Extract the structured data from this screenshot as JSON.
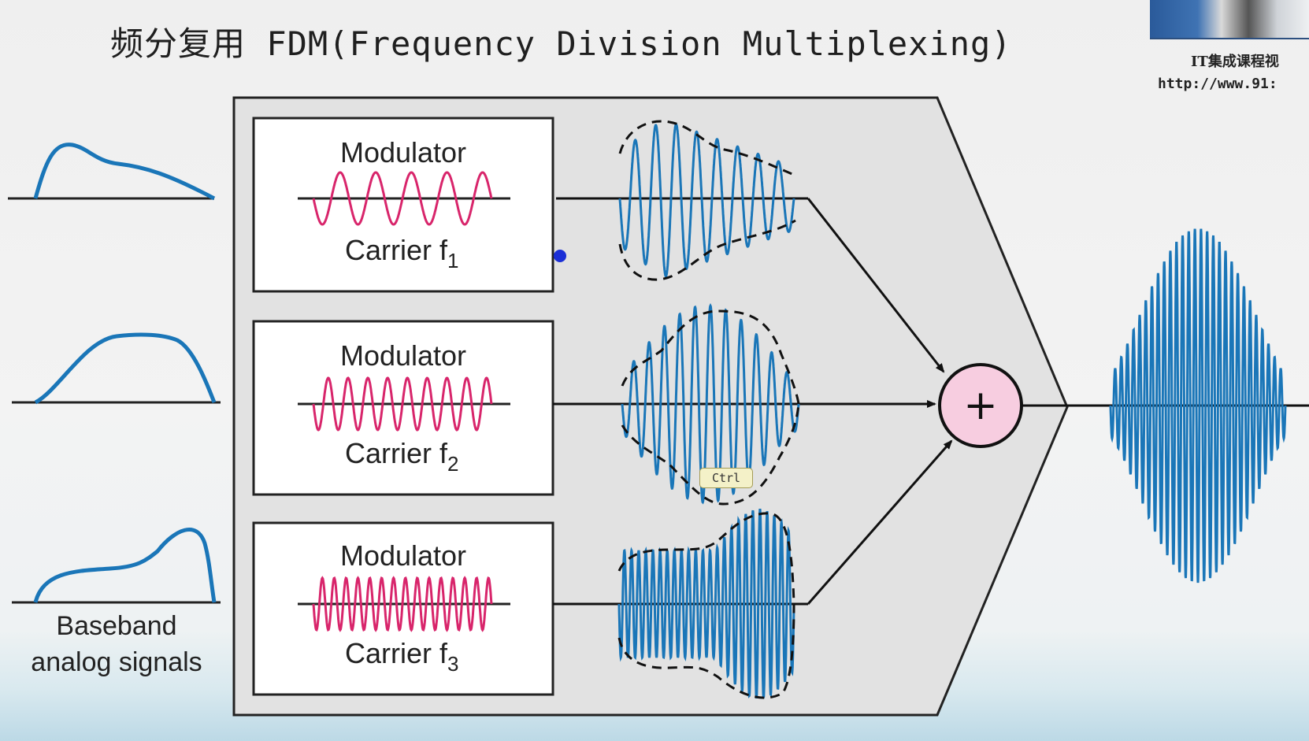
{
  "title": {
    "cn": "频分复用",
    "en": "FDM(Frequency Division Multiplexing)"
  },
  "watermark": {
    "line1": "IT集成课程视",
    "line2": "http://www.91:"
  },
  "modulators": [
    {
      "label": "Modulator",
      "carrier": "Carrier f",
      "sub": "1"
    },
    {
      "label": "Modulator",
      "carrier": "Carrier f",
      "sub": "2"
    },
    {
      "label": "Modulator",
      "carrier": "Carrier f",
      "sub": "3"
    }
  ],
  "baseband": {
    "line1": "Baseband",
    "line2": "analog signals"
  },
  "sum_symbol": "+",
  "tooltip": "Ctrl",
  "colors": {
    "signal": "#1a76b8",
    "carrier": "#d8256b",
    "sum_fill": "#f7cde0"
  }
}
